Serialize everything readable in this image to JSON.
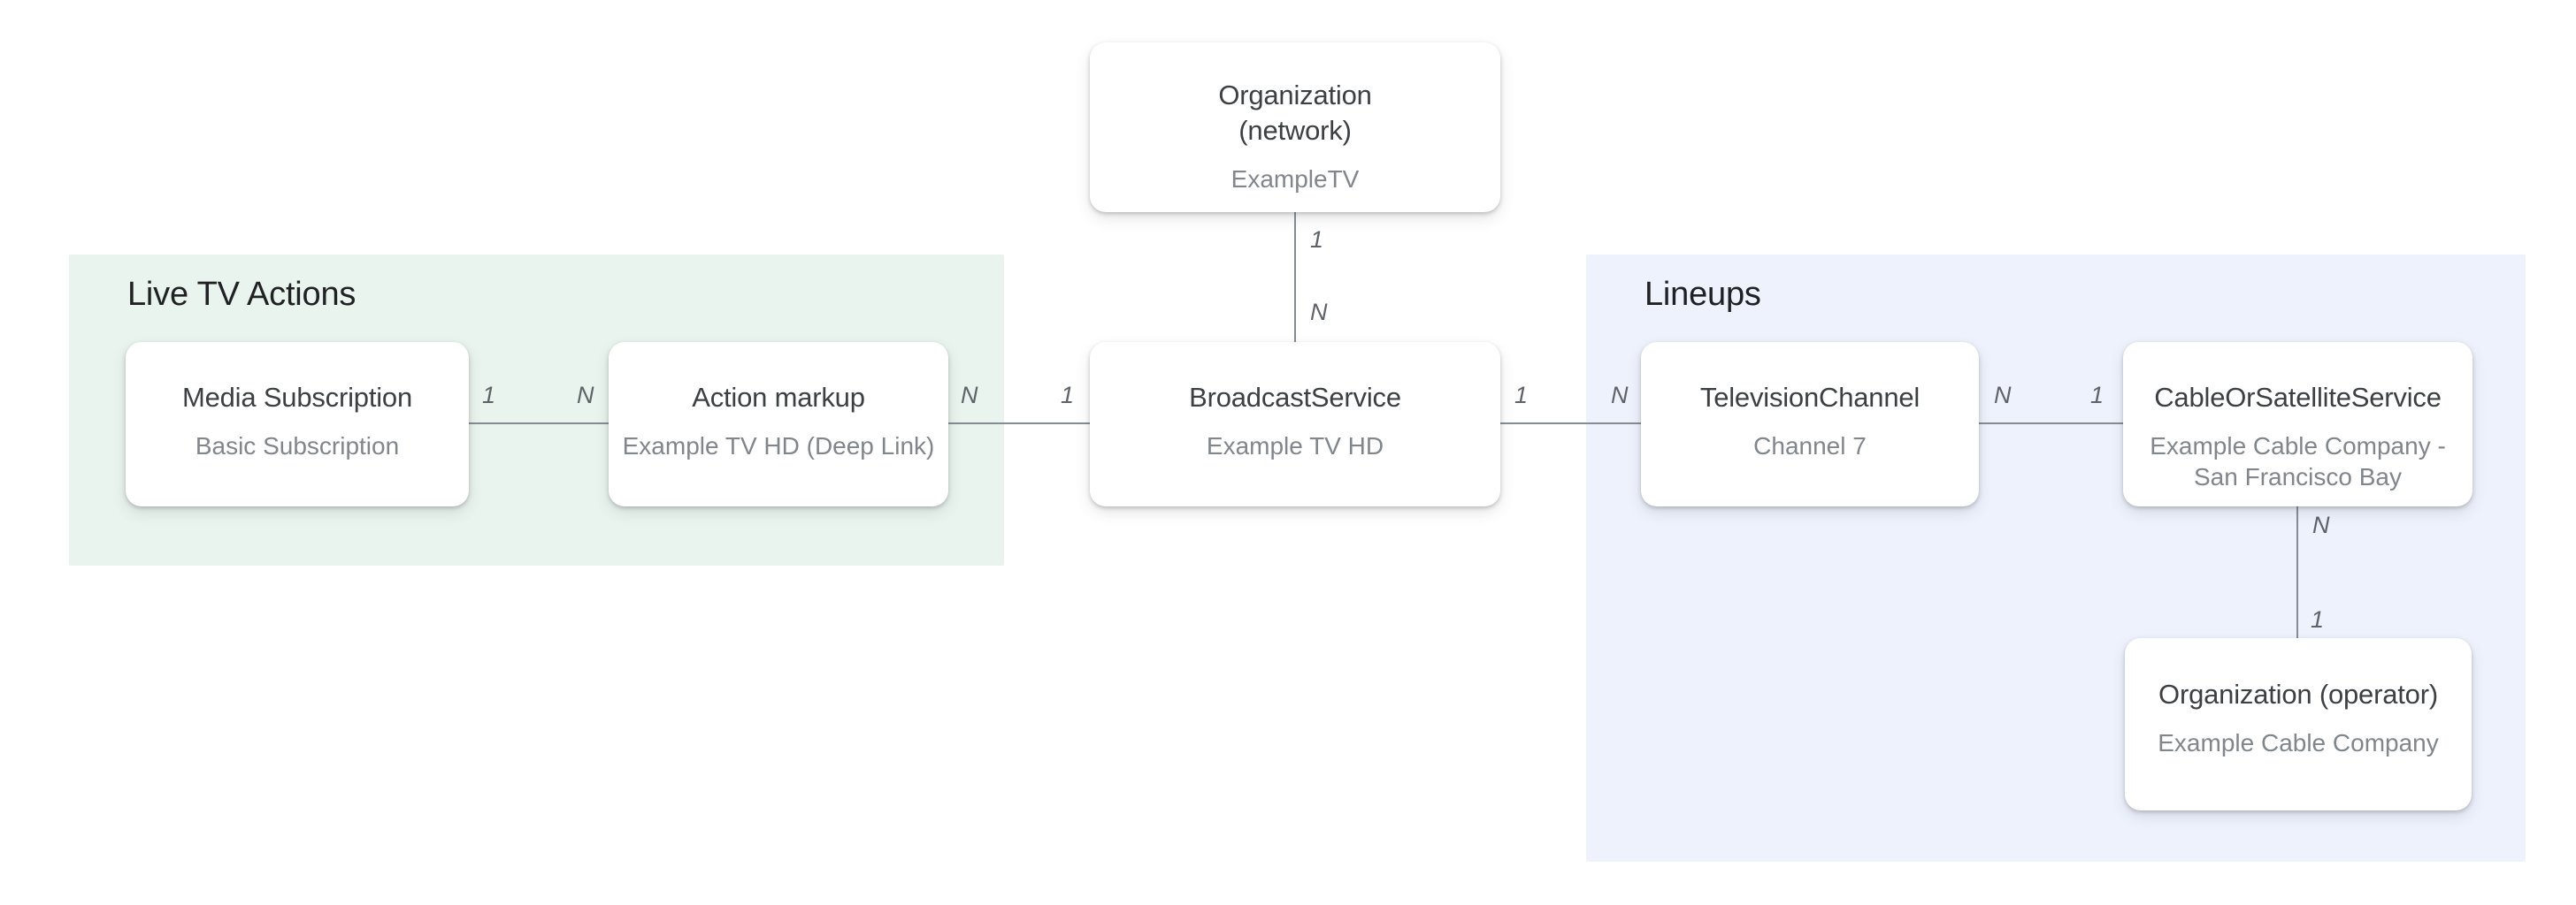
{
  "diagram": {
    "colors": {
      "background": "#ffffff",
      "panel_green": "#eaf4ee",
      "panel_blue": "#eef2fd",
      "card_background": "#ffffff",
      "heading_text": "#202124",
      "title_text": "#3c4043",
      "subtitle_text": "#80868b",
      "cardinality_text": "#5f6368",
      "connector_line": "#868c92"
    },
    "sections": [
      {
        "id": "live-tv-actions",
        "label": "Live TV Actions"
      },
      {
        "id": "lineups",
        "label": "Lineups"
      }
    ],
    "nodes": [
      {
        "id": "organization-network",
        "title": "Organization (network)",
        "title_lines": [
          "Organization",
          "(network)"
        ],
        "subtitle": "ExampleTV"
      },
      {
        "id": "media-subscription",
        "title": "Media Subscription",
        "subtitle": "Basic Subscription"
      },
      {
        "id": "action-markup",
        "title": "Action markup",
        "subtitle": "Example TV HD (Deep Link)"
      },
      {
        "id": "broadcast-service",
        "title": "BroadcastService",
        "subtitle": "Example TV HD"
      },
      {
        "id": "television-channel",
        "title": "TelevisionChannel",
        "subtitle": "Channel 7"
      },
      {
        "id": "cable-or-satellite-service",
        "title": "CableOrSatelliteService",
        "subtitle": "Example Cable Company - San Francisco Bay",
        "subtitle_lines": [
          "Example Cable Company -",
          "San Francisco Bay"
        ]
      },
      {
        "id": "organization-operator",
        "title": "Organization (operator)",
        "subtitle": "Example Cable Company"
      }
    ],
    "connections": [
      {
        "from": "media-subscription",
        "to": "action-markup",
        "from_card": "1",
        "to_card": "N"
      },
      {
        "from": "action-markup",
        "to": "broadcast-service",
        "from_card": "N",
        "to_card": "1"
      },
      {
        "from": "organization-network",
        "to": "broadcast-service",
        "from_card": "1",
        "to_card": "N"
      },
      {
        "from": "broadcast-service",
        "to": "television-channel",
        "from_card": "1",
        "to_card": "N"
      },
      {
        "from": "television-channel",
        "to": "cable-or-satellite-service",
        "from_card": "N",
        "to_card": "1"
      },
      {
        "from": "cable-or-satellite-service",
        "to": "organization-operator",
        "from_card": "N",
        "to_card": "1"
      }
    ]
  }
}
